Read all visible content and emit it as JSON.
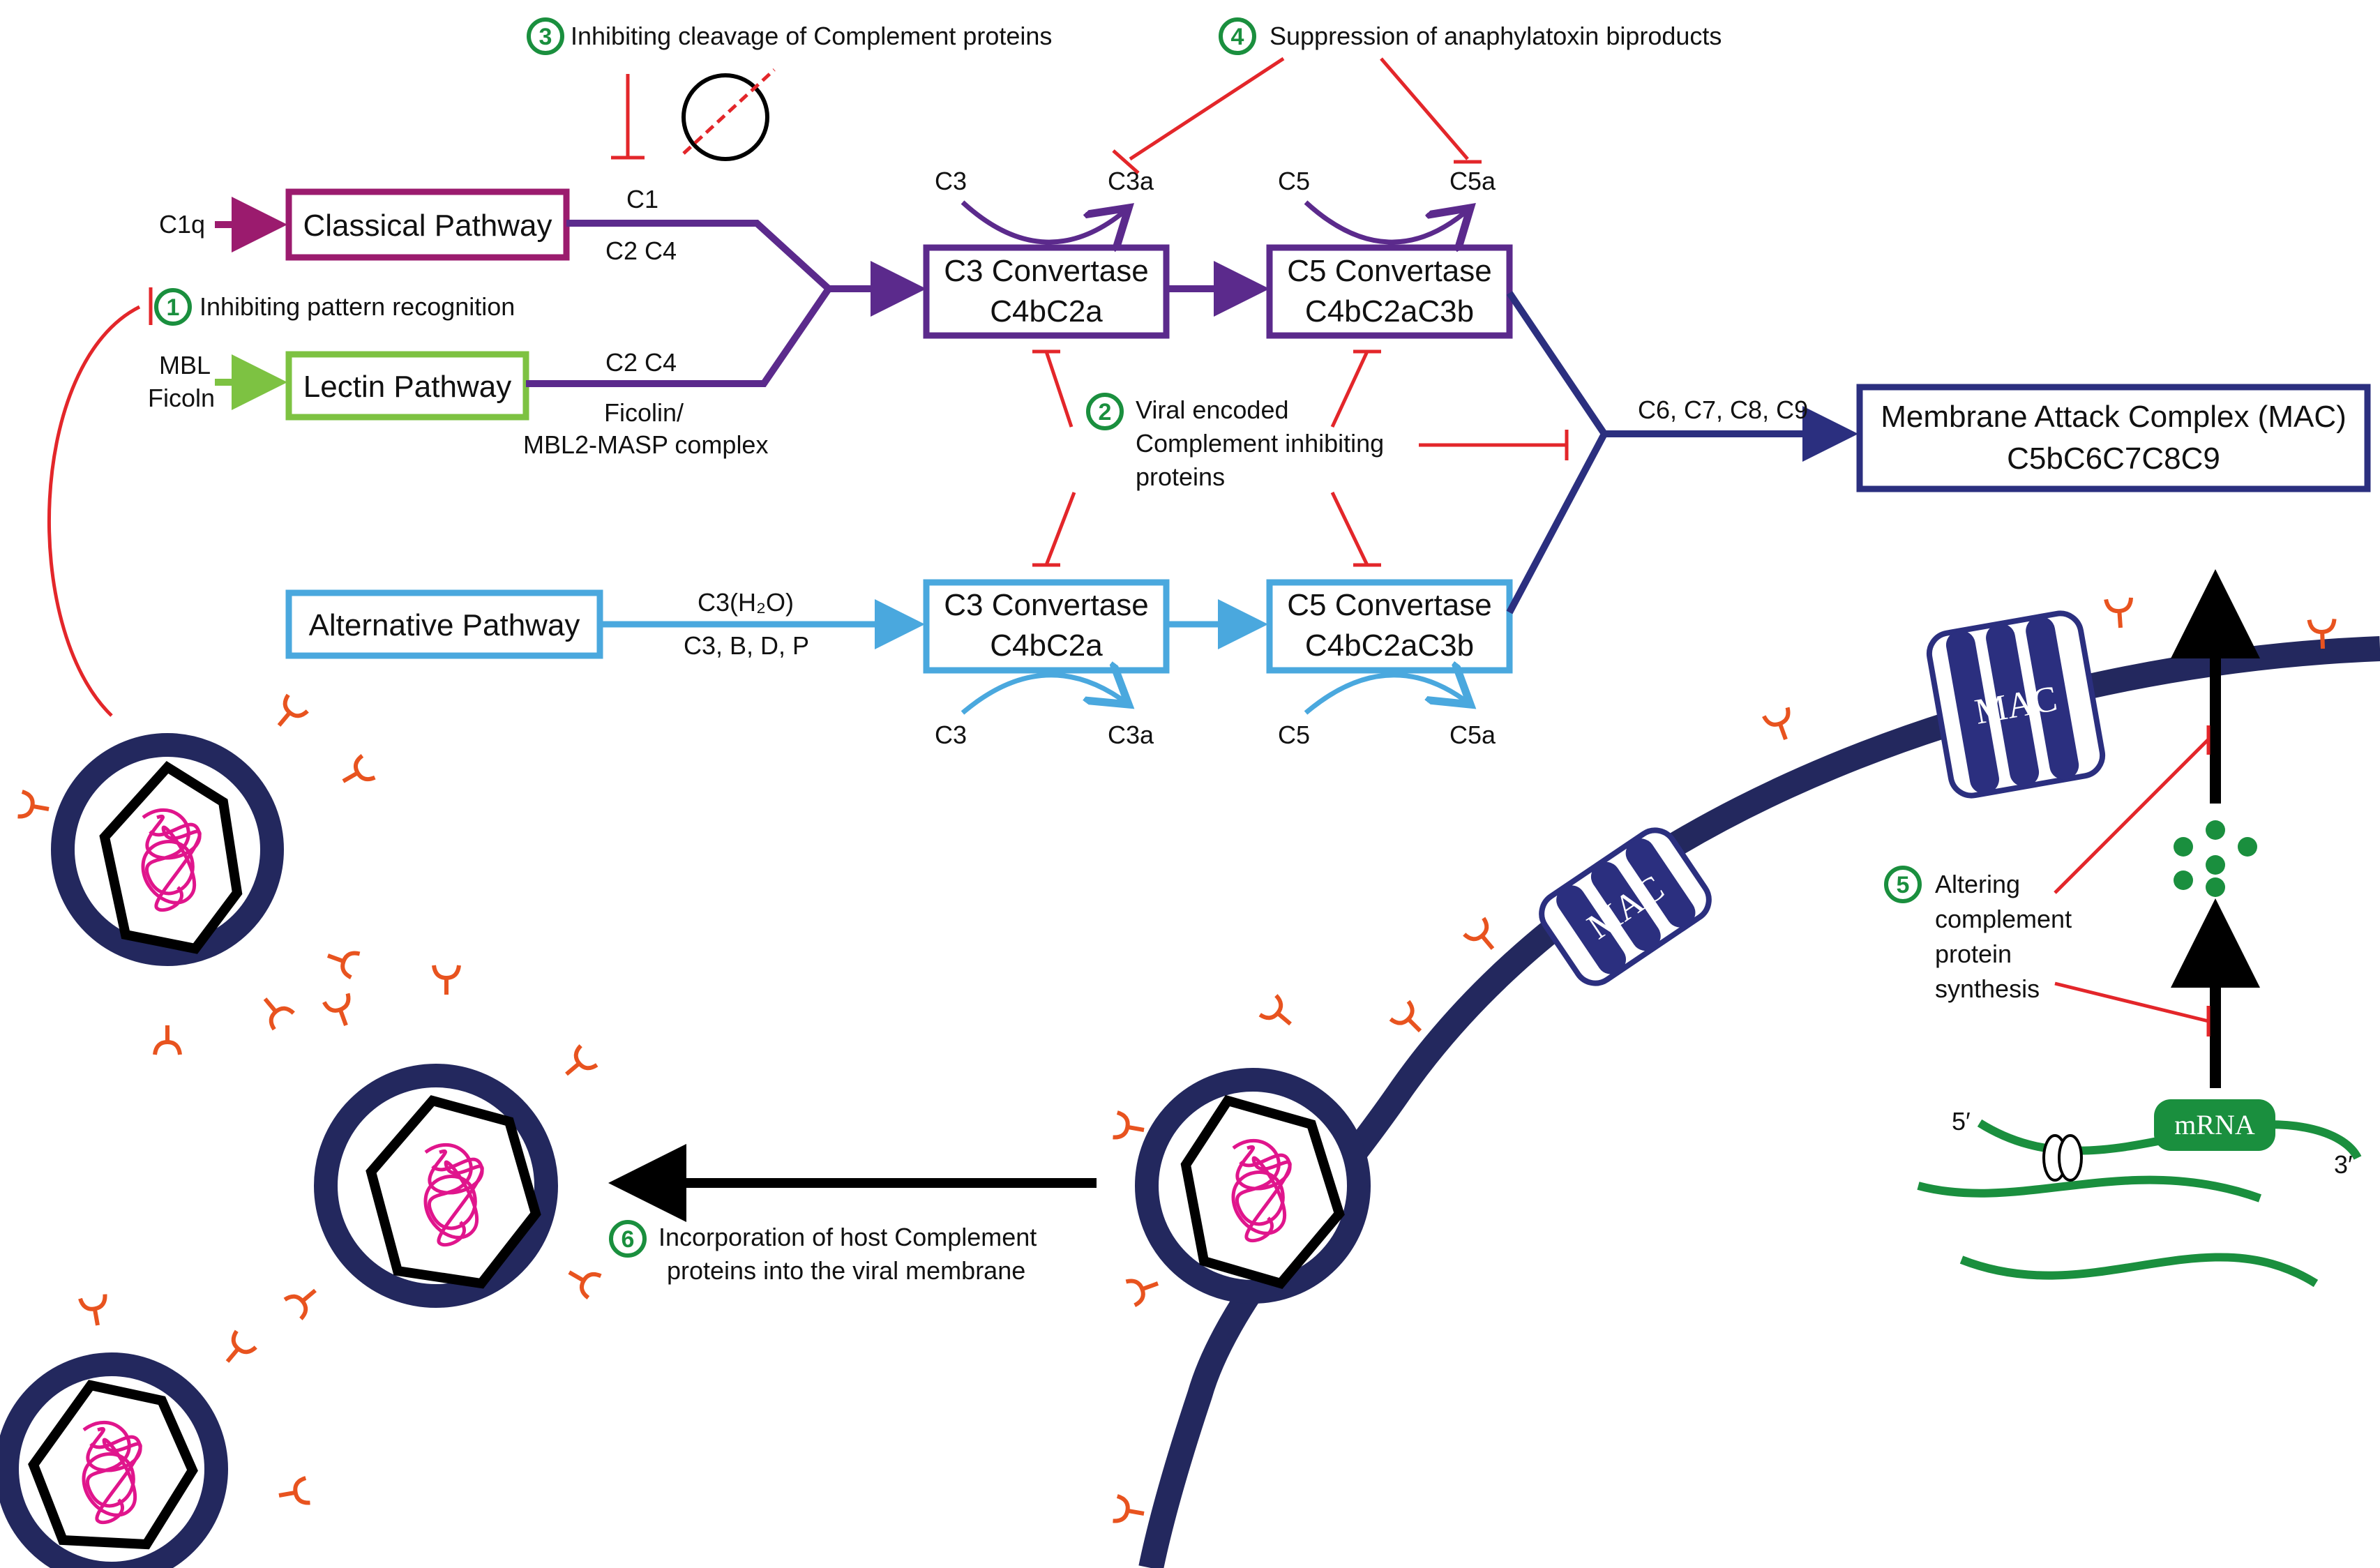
{
  "pathways": {
    "classical": "Classical Pathway",
    "lectin": "Lectin Pathway",
    "alternative": "Alternative Pathway"
  },
  "inputs": {
    "c1q": "C1q",
    "mbl": "MBL",
    "ficoln": "Ficoln"
  },
  "factors": {
    "c1": "C1",
    "c2c4_classical": "C2  C4",
    "c2c4_lectin": "C2  C4",
    "ficolin_masp_1": "Ficolin/",
    "ficolin_masp_2": "MBL2-MASP complex",
    "c3h2o": "C3(H₂O)",
    "c3bdp": "C3, B, D, P",
    "c6_c9": "C6, C7, C8, C9"
  },
  "convertases": {
    "c3_upper_title": "C3 Convertase",
    "c3_upper_sub": "C4bC2a",
    "c5_upper_title": "C5 Convertase",
    "c5_upper_sub": "C4bC2aC3b",
    "c3_lower_title": "C3 Convertase",
    "c3_lower_sub": "C4bC2a",
    "c5_lower_title": "C5 Convertase",
    "c5_lower_sub": "C4bC2aC3b"
  },
  "products": {
    "c3_top_in": "C3",
    "c3a_top": "C3a",
    "c5_top_in": "C5",
    "c5a_top": "C5a",
    "c3_bottom_in": "C3",
    "c3a_bottom": "C3a",
    "c5_bottom_in": "C5",
    "c5a_bottom": "C5a"
  },
  "mac": {
    "title": "Membrane Attack Complex (MAC)",
    "sub": "C5bC6C7C8C9",
    "pore_label": "MAC"
  },
  "mechanisms": {
    "m1_num": "1",
    "m1_text": "Inhibiting pattern recognition",
    "m2_num": "2",
    "m2_line1": "Viral encoded",
    "m2_line2": "Complement inhibiting",
    "m2_line3": "proteins",
    "m3_num": "3",
    "m3_text": "Inhibiting cleavage of Complement proteins",
    "m4_num": "4",
    "m4_text": "Suppression of anaphylatoxin biproducts",
    "m5_num": "5",
    "m5_line1": "Altering",
    "m5_line2": "complement",
    "m5_line3": "protein",
    "m5_line4": "synthesis",
    "m6_num": "6",
    "m6_line1": "Incorporation of host Complement",
    "m6_line2": "proteins into the viral membrane"
  },
  "rna": {
    "mrna": "mRNA",
    "five_prime": "5′",
    "three_prime": "3′"
  },
  "colors": {
    "classical": "#9b1b6e",
    "lectin": "#7dc242",
    "purple": "#5b2a8c",
    "navy": "#2b2f7f",
    "alternative": "#4aa8de",
    "inhibit": "#e3262a",
    "green": "#1a8f3e",
    "magenta": "#e0158c",
    "receptor": "#e8531f",
    "membrane": "#23285e"
  }
}
